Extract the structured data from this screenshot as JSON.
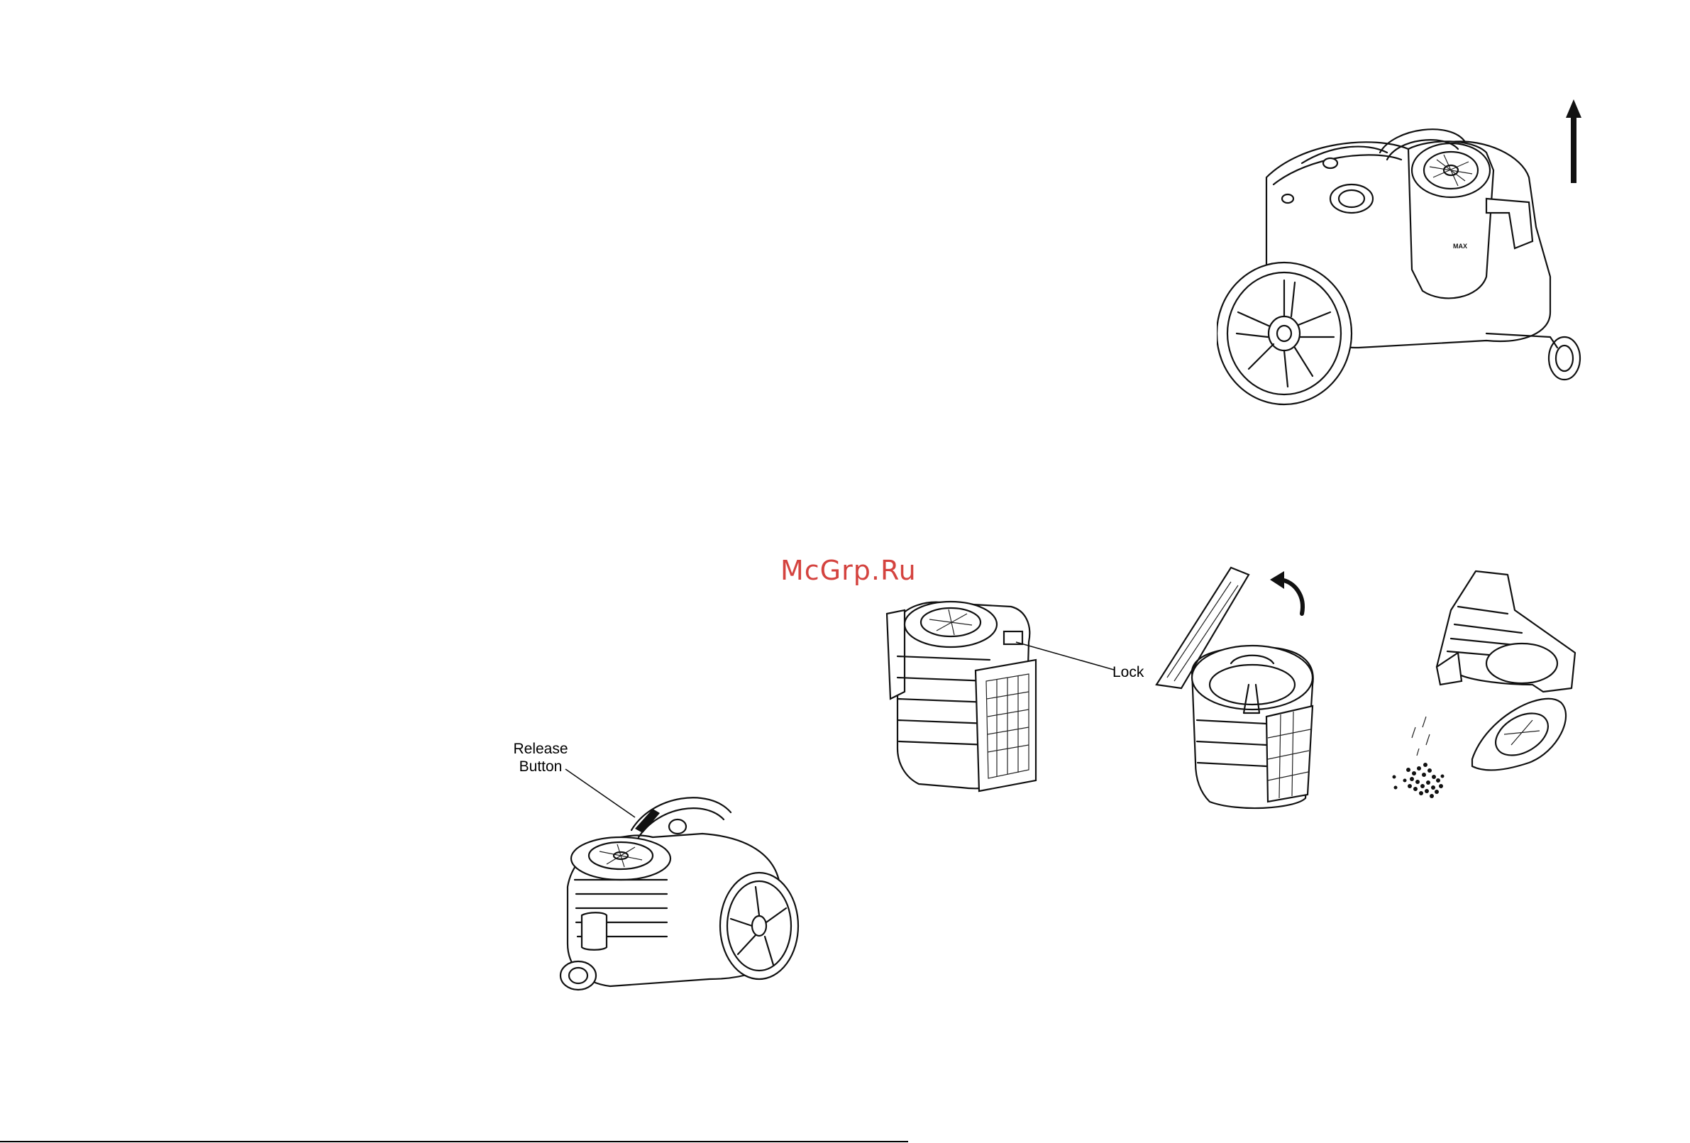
{
  "watermark": {
    "text": "McGrp.Ru",
    "color": "#d4433f"
  },
  "figures": {
    "lift_container": {
      "icon": "up-arrow-icon",
      "container_marking": "MAX"
    },
    "release": {
      "label_line1": "Release",
      "label_line2": "Button"
    },
    "lock": {
      "label": "Lock"
    },
    "open_lid": {
      "icon": "rotate-arrow-icon"
    }
  }
}
